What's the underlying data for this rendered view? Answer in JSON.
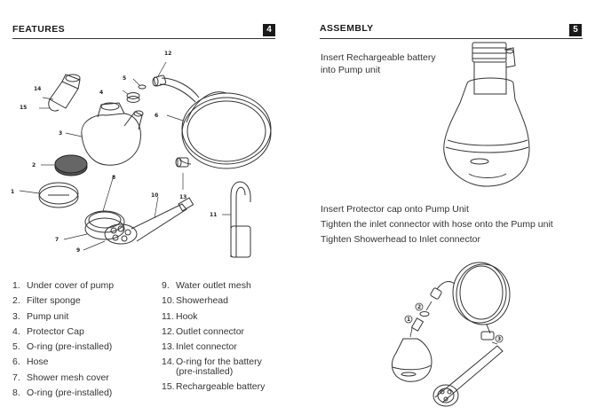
{
  "features": {
    "title": "FEATURES",
    "page_number": "4",
    "callouts": [
      "1",
      "2",
      "3",
      "4",
      "5",
      "6",
      "7",
      "8",
      "9",
      "10",
      "11",
      "12",
      "13",
      "14",
      "15"
    ],
    "parts_left": [
      {
        "num": "1.",
        "text": "Under cover of pump"
      },
      {
        "num": "2.",
        "text": "Filter sponge"
      },
      {
        "num": "3.",
        "text": "Pump unit"
      },
      {
        "num": "4.",
        "text": "Protector Cap"
      },
      {
        "num": "5.",
        "text": "O-ring (pre-installed)"
      },
      {
        "num": "6.",
        "text": "Hose"
      },
      {
        "num": "7.",
        "text": "Shower mesh cover"
      },
      {
        "num": "8.",
        "text": "O-ring (pre-installed)"
      }
    ],
    "parts_right": [
      {
        "num": "9.",
        "text": "Water outlet mesh"
      },
      {
        "num": "10.",
        "text": "Showerhead"
      },
      {
        "num": "11.",
        "text": "Hook"
      },
      {
        "num": "12.",
        "text": "Outlet connector"
      },
      {
        "num": "13.",
        "text": "Inlet connector"
      },
      {
        "num": "14.",
        "text": "O-ring for the battery",
        "cont": "(pre-installed)"
      },
      {
        "num": "15.",
        "text": "Rechargeable battery"
      }
    ]
  },
  "assembly": {
    "title": "ASSEMBLY",
    "page_number": "5",
    "step1": "Insert Rechargeable battery into Pump unit",
    "steps": [
      "Insert Protector cap onto Pump Unit",
      "Tighten the inlet connector with hose onto the Pump unit",
      "Tighten Showerhead to Inlet connector"
    ],
    "diagram_callouts": [
      "1",
      "2",
      "3"
    ]
  }
}
